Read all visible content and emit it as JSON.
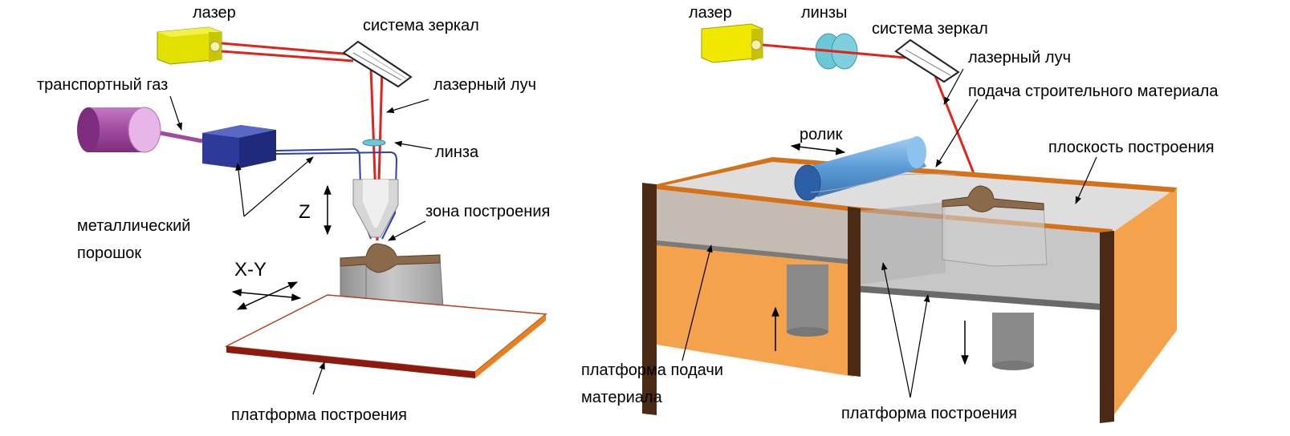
{
  "left_diagram": {
    "laser": "лазер",
    "mirror_system": "система зеркал",
    "laser_beam": "лазерный луч",
    "carrier_gas": "транспортный газ",
    "lens": "линза",
    "metal_powder_line1": "металлический",
    "metal_powder_line2": "порошок",
    "z_axis": "Z",
    "build_zone": "зона построения",
    "xy_axis": "X-Y",
    "build_platform": "платформа построения"
  },
  "right_diagram": {
    "laser": "лазер",
    "lenses": "линзы",
    "mirror_system": "система зеркал",
    "laser_beam": "лазерный луч",
    "material_feed": "подача строительного материала",
    "roller": "ролик",
    "build_plane": "плоскость построения",
    "feed_platform_line1": "платформа подачи",
    "feed_platform_line2": "материала",
    "build_platform": "платформа построения"
  },
  "colors": {
    "laser_body": "#e2e000",
    "laser_beam": "#e0241b",
    "powder_tube": "#2b3fb0",
    "gas_cylinder": "#a04aa0",
    "feeder_box": "#2e3a9a",
    "platform_edge": "#8b1a10",
    "orange_wall": "#f4a24c",
    "dark_wood": "#4a2a14",
    "part_brown": "#8a6a4a",
    "roller": "#5b9bd6",
    "lens_cyan": "#6cc7d6"
  }
}
